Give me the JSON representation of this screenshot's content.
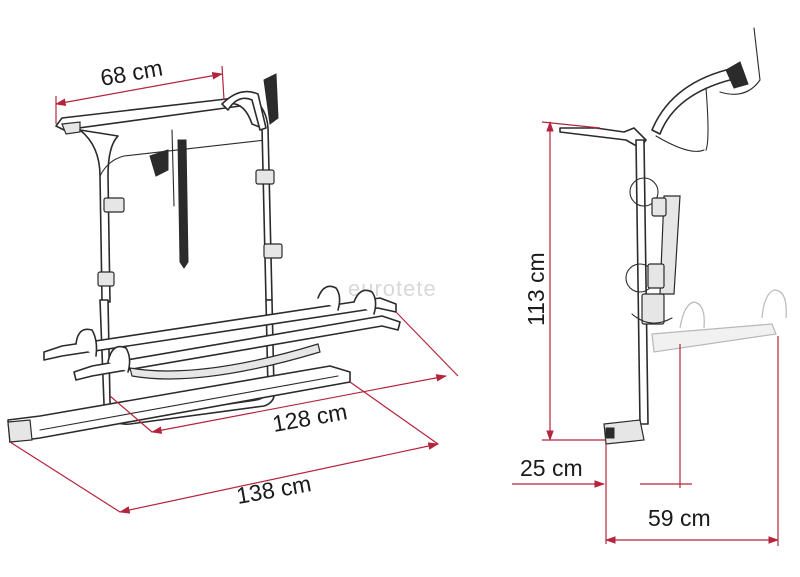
{
  "watermark": "eurotete",
  "colors": {
    "dimension_line": "#b5243c",
    "drawing_line": "#2b2b2b",
    "ghost_line": "#b8b8b8"
  },
  "dimensions": {
    "width_top": "68 cm",
    "width_platform": "128 cm",
    "width_total": "138 cm",
    "height": "113 cm",
    "offset_bottom": "25 cm",
    "depth": "59 cm"
  }
}
